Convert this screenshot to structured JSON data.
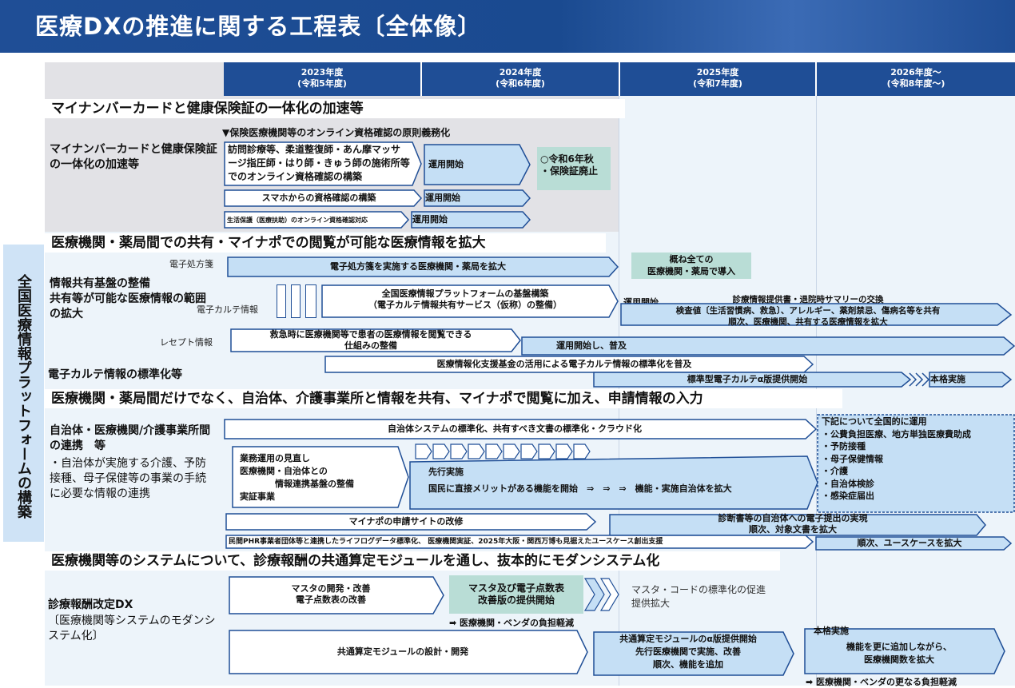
{
  "title": "医療DXの推進に関する工程表〔全体像〕",
  "side_label": "全国医療情報プラットフォームの構築",
  "years": [
    {
      "line1": "2023年度",
      "line2": "(令和5年度)"
    },
    {
      "line1": "2024年度",
      "line2": "(令和6年度)"
    },
    {
      "line1": "2025年度",
      "line2": "(令和7年度)"
    },
    {
      "line1": "2026年度～",
      "line2": "(令和8年度～)"
    }
  ],
  "sections": {
    "s1": "マイナンバーカードと健康保険証の一体化の加速等",
    "s2": "医療機関・薬局間での共有・マイナポでの閲覧が可能な医療情報を拡大",
    "s3": "医療機関・薬局間だけでなく、自治体、介護事業所と情報を共有、マイナポで閲覧に加え、申請情報の入力",
    "s4": "医療機関等のシステムについて、診療報酬の共通算定モジュールを通し、抜本的にモダンシステム化"
  },
  "s1": {
    "row_label": "マイナンバーカードと健康保険証の一体化の加速等",
    "milestone": "▼保険医療機関等のオンライン資格確認の原則義務化",
    "box_visit": "訪問診療等、柔道整復師・あん摩マッサージ指圧師・はり師・きゅう師の施術所等でのオンライン資格確認の構築",
    "op_start": "運用開始",
    "teal_note": "○令和6年秋\n・保険証廃止",
    "smartphone": "スマホからの資格確認の構築",
    "welfare": "生活保護（医療扶助）のオンライン資格確認対応"
  },
  "s2": {
    "row_label": "情報共有基盤の整備\n共有等が可能な医療情報の範囲の拡大",
    "eprescription_label": "電子処方箋",
    "eprescription_bar": "電子処方箋を実施する医療機関・薬局を拡大",
    "eprescription_goal": "概ね全ての\n医療機関・薬局で導入",
    "ekarte_label": "電子カルテ情報",
    "platform_box": "全国医療情報プラットフォームの基盤構築\n（電子カルテ情報共有サービス（仮称）の整備）",
    "ekarte_op": "運用開始",
    "ekarte_bar": "診療情報提供書・退院時サマリーの交換\n検査値〔生活習慣病、救急〕、アレルギー、薬剤禁忌、傷病名等を共有\n順次、医療機関、共有する医療情報を拡大",
    "receipt_label": "レセプト情報",
    "emergency_box": "救急時に医療機関等で患者の医療情報を閲覧できる\n仕組みの整備",
    "emergency_bar": "運用開始し、普及",
    "std_label": "電子カルテ情報の標準化等",
    "fund_bar": "医療情報化支援基金の活用による電子カルテ情報の標準化を普及",
    "alpha_bar": "標準型電子カルテα版提供開始",
    "full_impl": "本格実施"
  },
  "s3": {
    "row_label": "自治体・医療機関/介護事業所間の連携　等",
    "row_desc": "・自治体が実施する介護、予防接種、母子保健等の事業の手続に必要な情報の連携",
    "municipal_bar": "自治体システムの標準化、共有すべき文書の標準化・クラウド化",
    "review_box": "業務運用の見直し\n医療機関・自治体との\n　　　　情報連携基盤の整備\n実証事業",
    "advance_title": "先行実施",
    "advance_bar": "国民に直接メリットがある機能を開始　⇒　⇒　⇒　機能・実施自治体を拡大",
    "nation_list": "下記について全国的に運用\n・公費負担医療、地方単独医療費助成\n・予防接種\n・母子保健情報\n・介護\n・自治体検診\n・感染症届出",
    "mynaportal_bar": "マイナポの申請サイトの改修",
    "diagnosis_bar": "診断書等の自治体への電子提出の実現\n順次、対象文書を拡大",
    "phr_bar": "民間PHR事業者団体等と連携したライフログデータ標準化、 医療機関実証、2025年大阪・関西万博も見据えたユースケース創出支援",
    "usecase_bar": "順次、ユースケースを拡大"
  },
  "s4": {
    "row_label": "診療報酬改定DX",
    "row_desc": "〔医療機関等システムのモダンシステム化〕",
    "master_bar": "マスタの開発・改善\n電子点数表の改善",
    "master_teal": "マスタ及び電子点数表\n改善版の提供開始",
    "master_note": "マスタ・コードの標準化の促進\n提供拡大",
    "vendor_note1": "➡ 医療機関・ベンダの負担軽減",
    "module_bar": "共通算定モジュールの設計・開発",
    "alpha_module": "共通算定モジュールのα版提供開始\n先行医療機関で実施、改善\n順次、機能を追加",
    "full_title": "本格実施",
    "full_bar": "機能を更に追加しながら、\n医療機関数を拡大",
    "vendor_note2": "➡ 医療機関・ベンダの更なる負担軽減"
  },
  "colors": {
    "banner": "#1f4e96",
    "arrow_fill": "#c5dff5",
    "arrow_border": "#1f4e96",
    "teal": "#b9ddd6",
    "gray_band": "#e2e2e6"
  }
}
